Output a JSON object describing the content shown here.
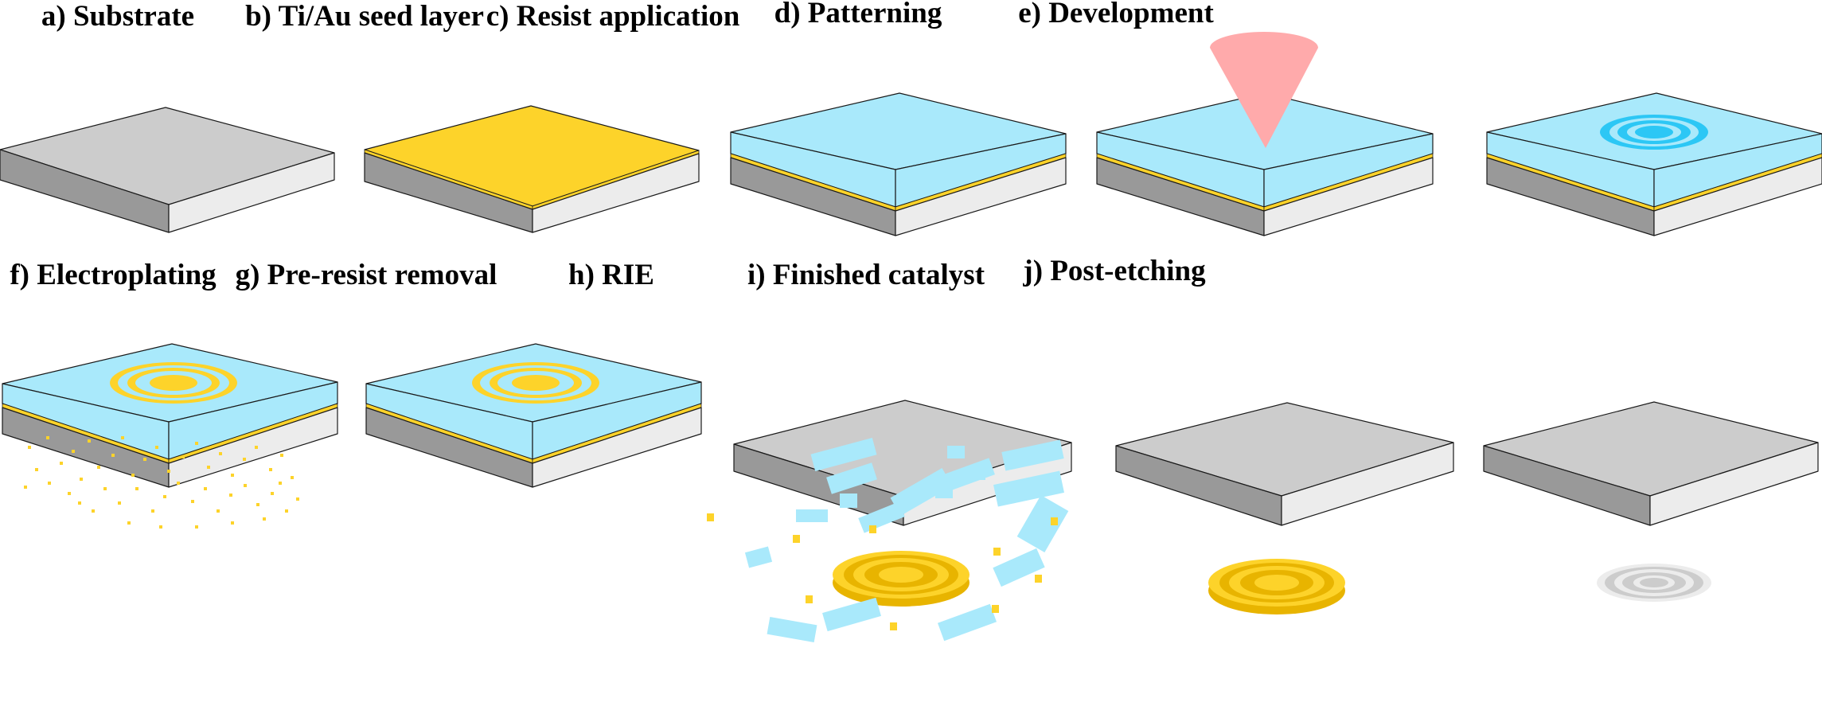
{
  "figure": {
    "steps": [
      {
        "label": "a) Substrate"
      },
      {
        "label": "b) Ti/Au seed layer"
      },
      {
        "label": "c) Resist application"
      },
      {
        "label": "d) Patterning"
      },
      {
        "label": "e) Development"
      },
      {
        "label": "f) Electroplating"
      },
      {
        "label": "g) Pre-resist removal"
      },
      {
        "label": "h) RIE"
      },
      {
        "label": "i) Finished catalyst"
      },
      {
        "label": "j) Post-etching"
      }
    ],
    "colors": {
      "substrate_top": "#cccccc",
      "substrate_left": "#999999",
      "substrate_right": "#ececec",
      "gold": "#fdd32a",
      "gold_dark": "#e8b400",
      "resist": "#a9e9fb",
      "resist_pattern": "#2cc7f5",
      "laser_cone": "#ffaaab",
      "etched_ring": "#ececec",
      "outline": "#1a1a1a"
    }
  }
}
